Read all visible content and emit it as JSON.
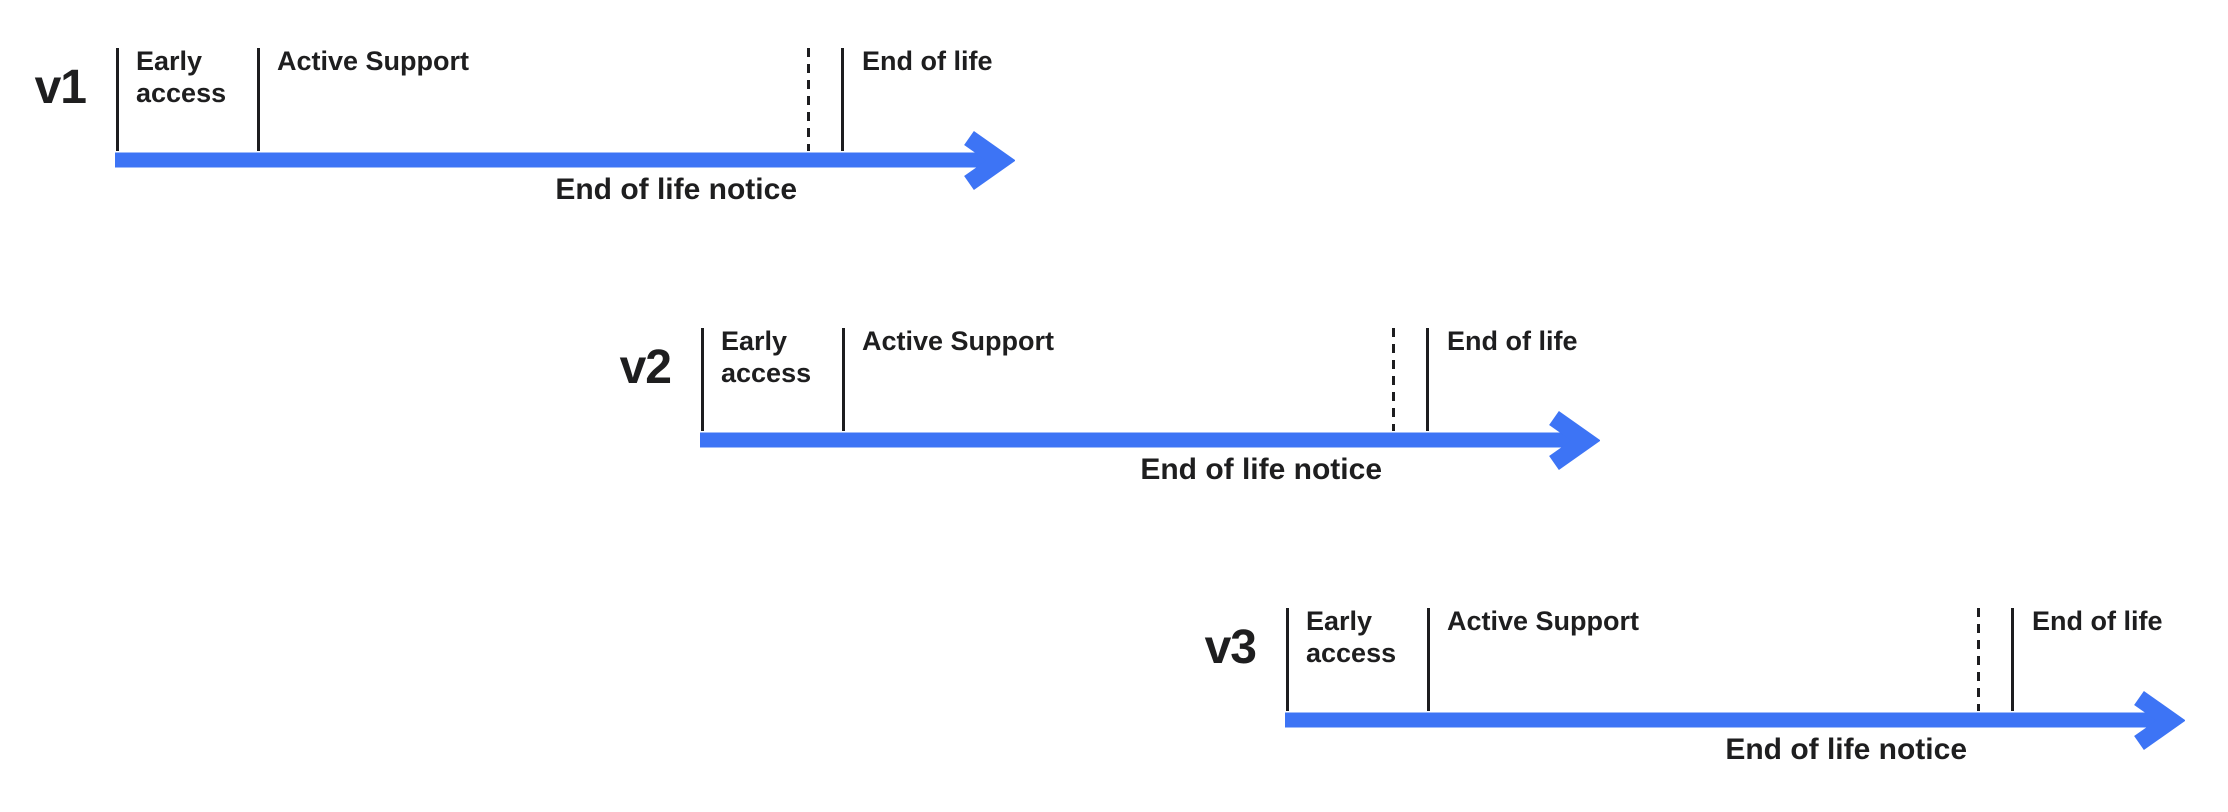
{
  "diagram": {
    "type": "version-lifecycle-timeline",
    "colors": {
      "arrow_blue": "#3D74F5",
      "text_dark": "#1E1E1F",
      "tick_dark": "#1D1D1F",
      "background": "#FFFFFF"
    },
    "rows": [
      {
        "version": "v1",
        "labels": {
          "early_access": "Early access",
          "active_support": "Active Support",
          "end_of_life": "End of life",
          "eol_notice": "End of life notice"
        }
      },
      {
        "version": "v2",
        "labels": {
          "early_access": "Early access",
          "active_support": "Active Support",
          "end_of_life": "End of life",
          "eol_notice": "End of life notice"
        }
      },
      {
        "version": "v3",
        "labels": {
          "early_access": "Early access",
          "active_support": "Active Support",
          "end_of_life": "End of life",
          "eol_notice": "End of life notice"
        }
      }
    ],
    "phase_sequence": [
      "Early access",
      "Active Support",
      "End of life notice",
      "End of life"
    ],
    "timeline_marker_styles": {
      "phase_boundary": "solid-tick",
      "eol_notice_start": "dashed-tick",
      "timeline": "blue-arrow-right"
    }
  }
}
